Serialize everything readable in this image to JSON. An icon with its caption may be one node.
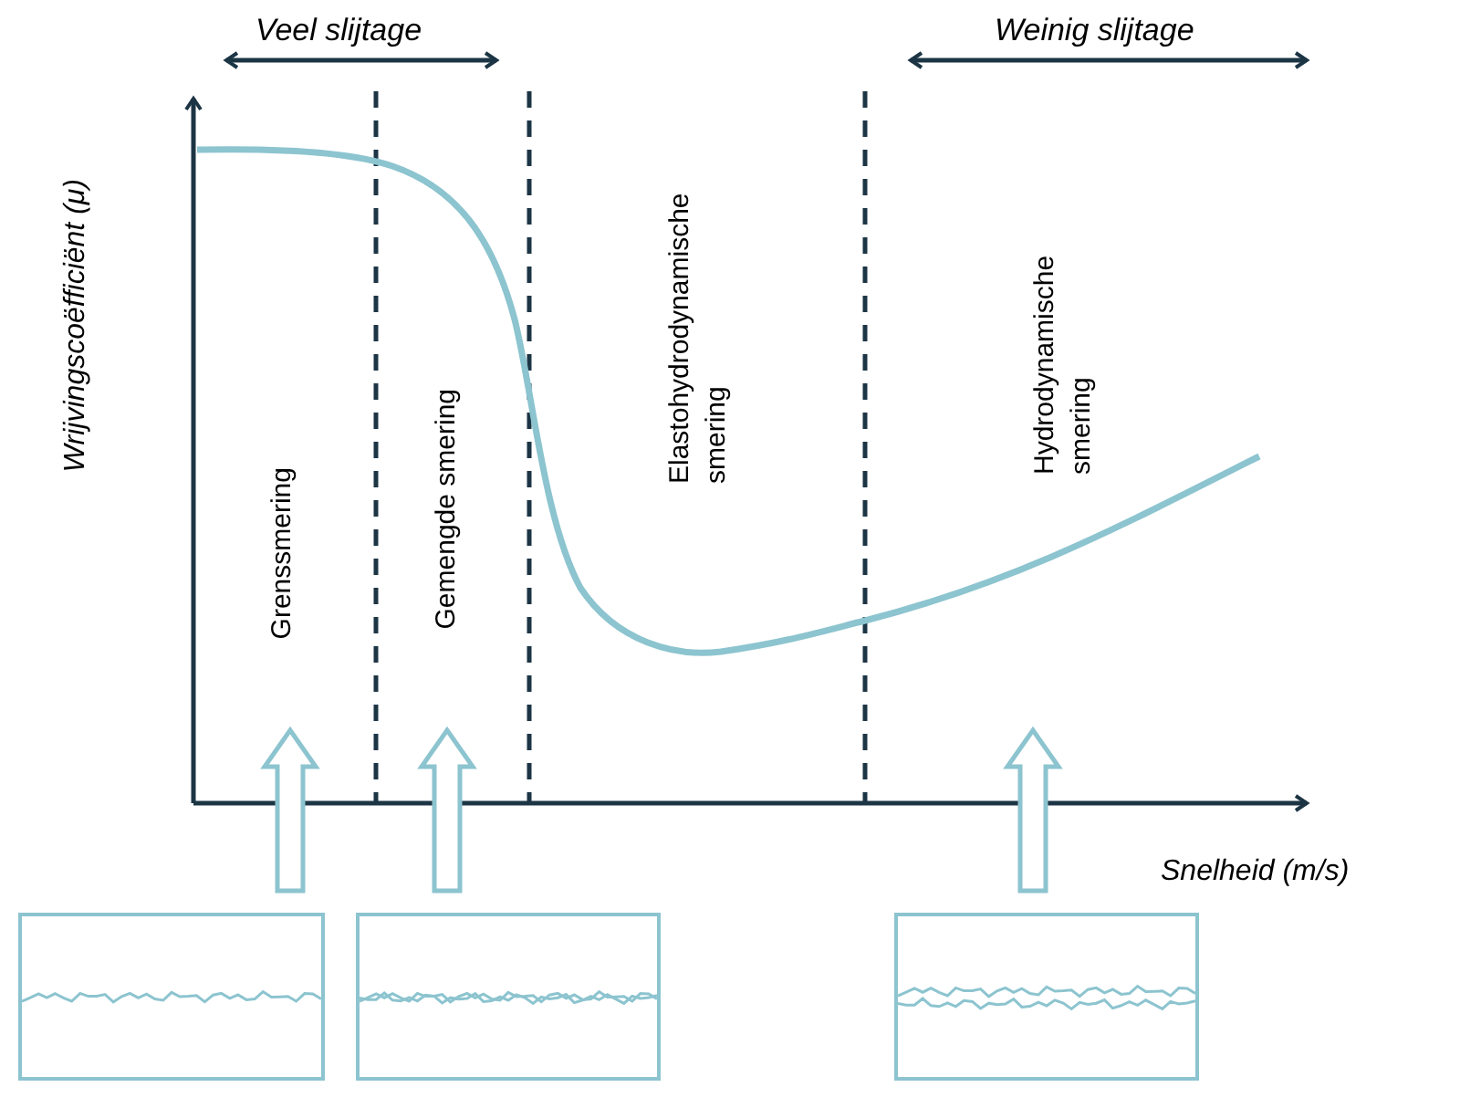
{
  "diagram": {
    "nodes": [
      {
        "text": [
          "Grenssmering"
        ]
      },
      {
        "text": [
          "Gemengde smering"
        ]
      },
      {
        "text": [
          "Elastohydrodynamische smering"
        ]
      },
      {
        "text": [
          "Hydrodynamische smering"
        ]
      },
      {
        "text": [],
        "shape": "picture"
      },
      {
        "text": [],
        "shape": "picture"
      },
      {
        "text": [],
        "shape": "picture"
      }
    ],
    "edges": [
      {
        "from": 4,
        "to": 0,
        "arrow": "to"
      },
      {
        "from": 5,
        "to": 1,
        "arrow": "to"
      },
      {
        "from": 6,
        "to": null,
        "arrow": "to"
      }
    ],
    "labels": [
      "Veel slijtage",
      "Weinig slijtage",
      "Wrijvingscoëfficiënt (μ)",
      "Snelheid (m/s)"
    ]
  }
}
